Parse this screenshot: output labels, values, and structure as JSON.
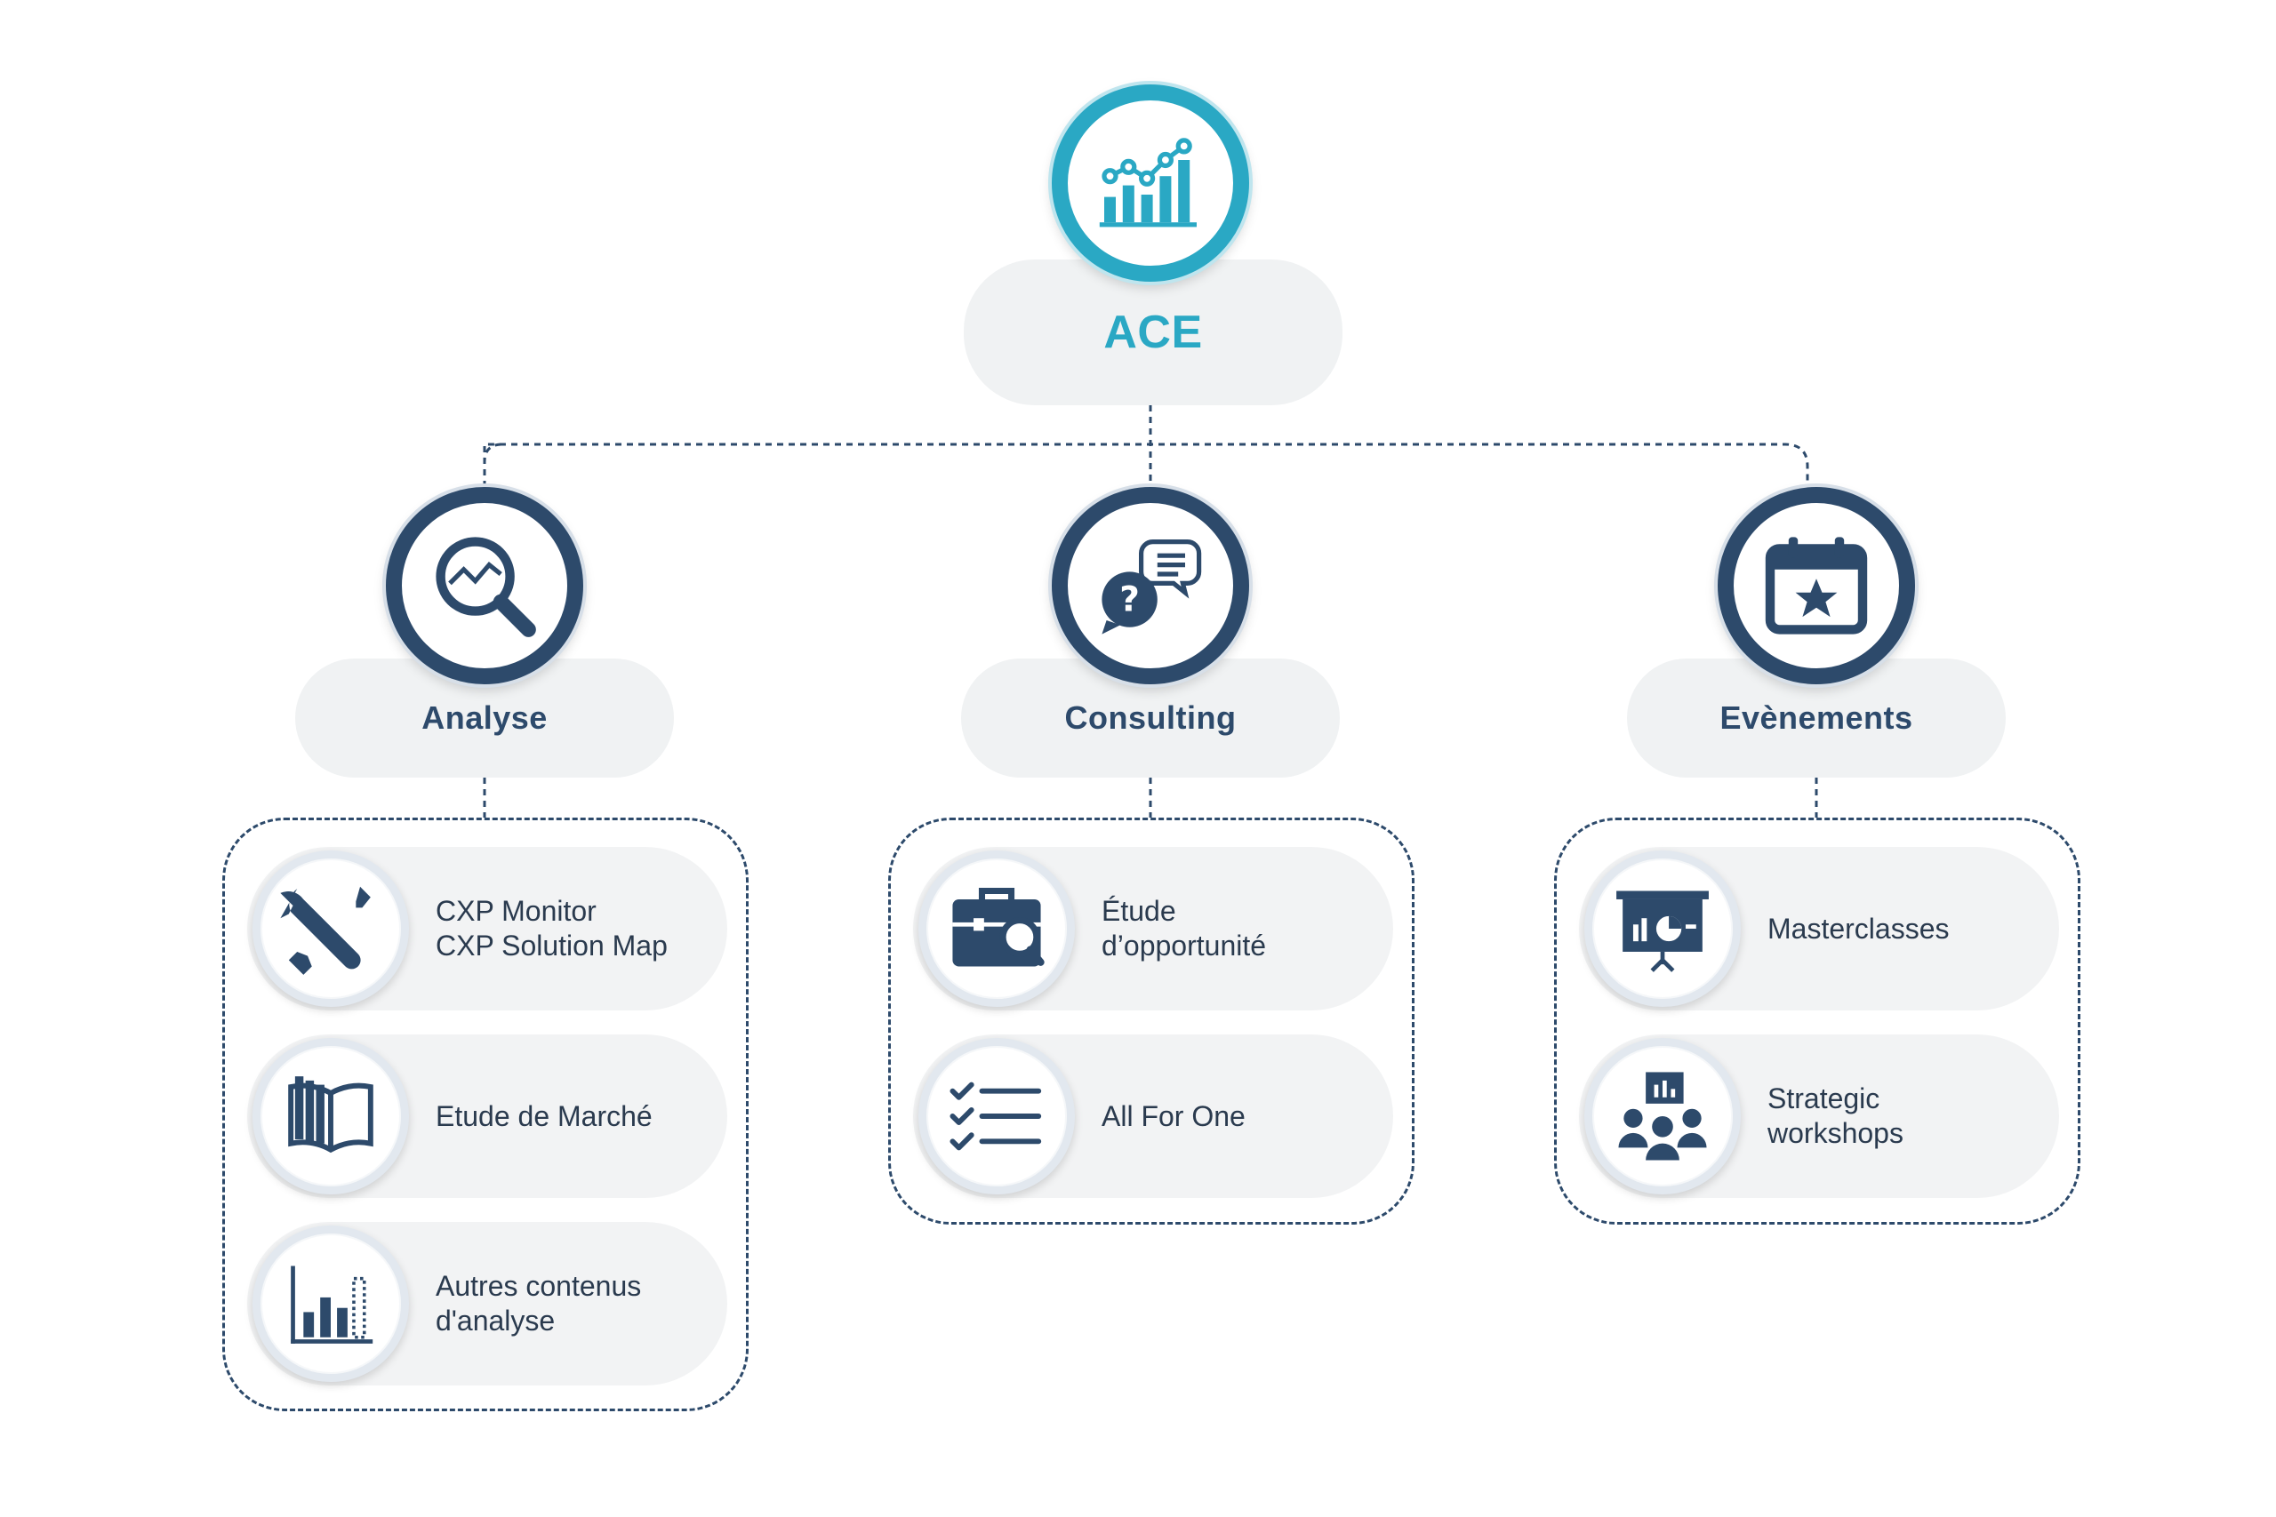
{
  "root": {
    "label": "ACE",
    "icon": "growth-chart-icon"
  },
  "categories": [
    {
      "label": "Analyse",
      "icon": "magnifier-chart-icon",
      "items": [
        {
          "line1": "CXP Monitor",
          "line2": "CXP Solution Map",
          "icon": "tools-icon"
        },
        {
          "line1": "Etude de Marché",
          "line2": "",
          "icon": "open-book-icon"
        },
        {
          "line1": "Autres contenus",
          "line2": "d'analyse",
          "icon": "bar-chart-icon"
        }
      ]
    },
    {
      "label": "Consulting",
      "icon": "question-chat-icon",
      "items": [
        {
          "line1": "Étude",
          "line2": "d’opportunité",
          "icon": "briefcase-search-icon"
        },
        {
          "line1": "All For One",
          "line2": "",
          "icon": "checklist-icon"
        }
      ]
    },
    {
      "label": "Evènements",
      "icon": "calendar-star-icon",
      "items": [
        {
          "line1": "Masterclasses",
          "line2": "",
          "icon": "presentation-board-icon"
        },
        {
          "line1": "Strategic",
          "line2": "workshops",
          "icon": "team-meeting-icon"
        }
      ]
    }
  ],
  "colors": {
    "navy": "#2d4a6b",
    "teal": "#2aa8c4",
    "pill": "#f0f2f3"
  }
}
